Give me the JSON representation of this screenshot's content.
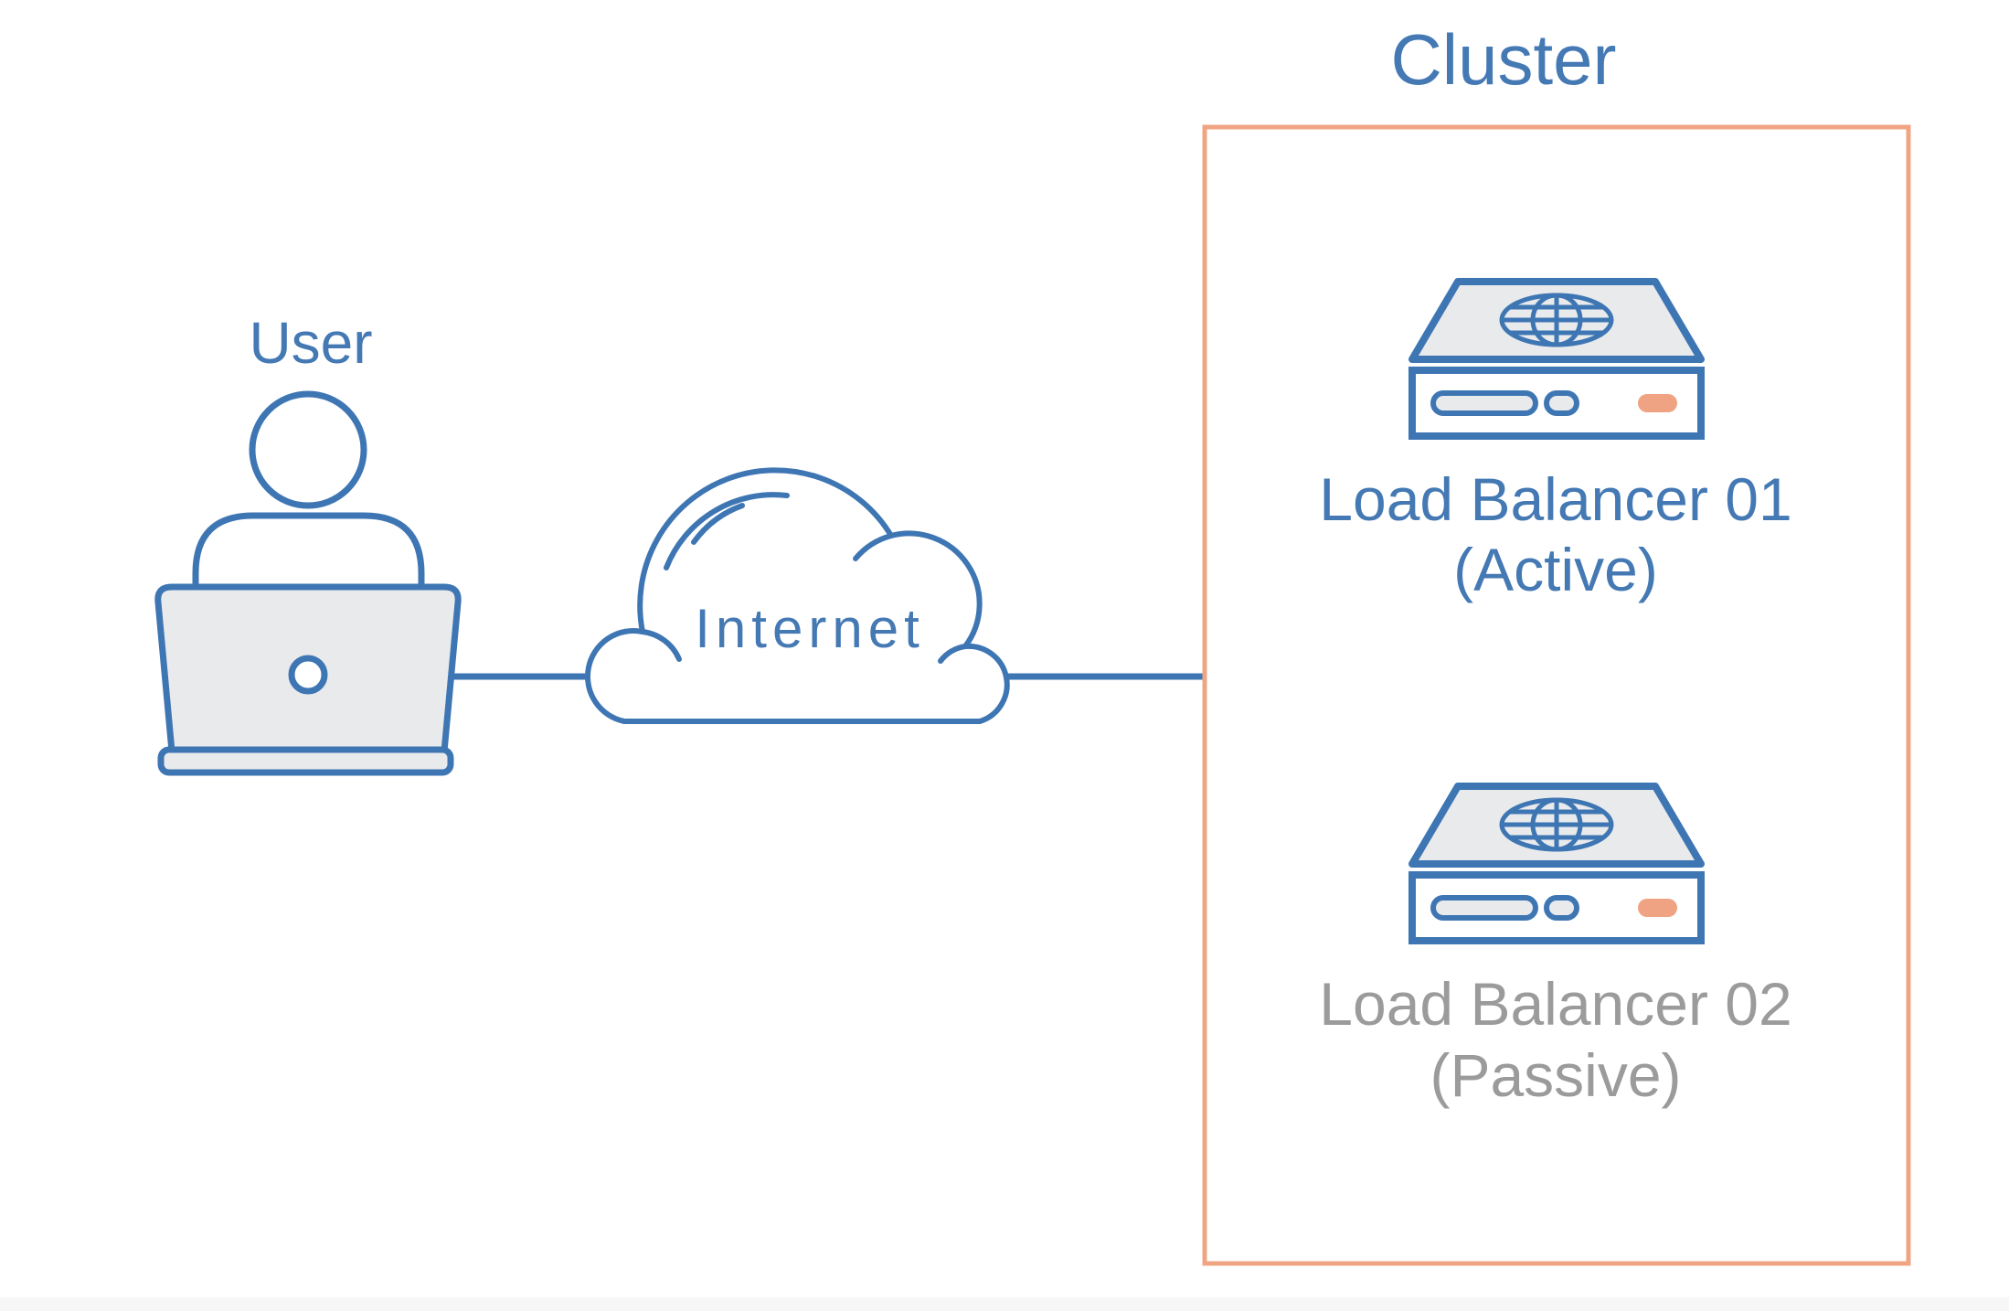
{
  "colors": {
    "blue_text": "#4479B4",
    "blue_stroke": "#3E76B4",
    "light_gray_fill": "#E9EAEC",
    "salmon_accent": "#F0A484",
    "inactive_gray_text": "#9B9B9B",
    "footer_strip": "#F7F7F7"
  },
  "user": {
    "label": "User"
  },
  "internet": {
    "label": "Internet"
  },
  "cluster": {
    "title": "Cluster",
    "nodes": [
      {
        "name": "Load Balancer 01",
        "state": "(Active)",
        "status": "active"
      },
      {
        "name": "Load Balancer 02",
        "state": "(Passive)",
        "status": "passive"
      }
    ]
  }
}
